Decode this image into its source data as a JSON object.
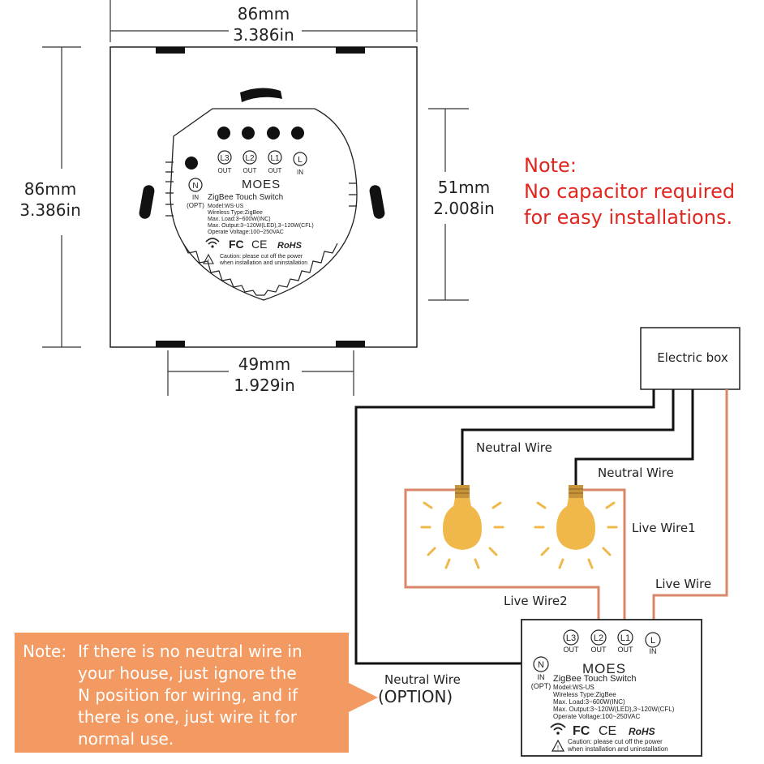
{
  "dimensions": {
    "top_mm": "86mm",
    "top_in": "3.386in",
    "left_mm": "86mm",
    "left_in": "3.386in",
    "right_mm": "51mm",
    "right_in": "2.008in",
    "bottom_mm": "49mm",
    "bottom_in": "1.929in"
  },
  "device": {
    "brand": "MOES",
    "product": "ZigBee Touch Switch",
    "terminals": [
      {
        "name": "L3",
        "sub": "OUT"
      },
      {
        "name": "L2",
        "sub": "OUT"
      },
      {
        "name": "L1",
        "sub": "OUT"
      },
      {
        "name": "L",
        "sub": "IN"
      }
    ],
    "neutral": {
      "name": "N",
      "sub1": "IN",
      "sub2": "(OPT)"
    },
    "specs": [
      "Model:WS-US",
      "Wireless Type:ZigBee",
      "Max. Load:3~600W(INC)",
      "Max. Output:3~120W(LED),3~120W(CFL)",
      "Operate Voltage:100~250VAC"
    ],
    "cert_fc": "FC",
    "cert_ce": "CE",
    "cert_rohs": "RoHS",
    "caution_1": "Caution: please cut off the power",
    "caution_2": "when installation and uninstallation"
  },
  "red_note": {
    "line1": "Note:",
    "line2": "No capacitor required",
    "line3": "for easy installations."
  },
  "wiring": {
    "electric_box": "Electric box",
    "neutral_wire_1": "Neutral Wire",
    "neutral_wire_2": "Neutral Wire",
    "live_wire_1": "Live Wire1",
    "live_wire_2": "Live Wire2",
    "live_wire": "Live Wire",
    "neutral_option_1": "Neutral Wire",
    "neutral_option_2": "(OPTION)"
  },
  "orange_note": {
    "head": "Note:",
    "lines": [
      "If there is no neutral wire in",
      "your house, just ignore the",
      "N position for wiring, and if",
      "there is one, just wire it for",
      "normal use."
    ]
  },
  "colors": {
    "live_wire": "#d9876a",
    "neutral_wire": "#111111",
    "note_bg": "#f39a63",
    "red_text": "#e0261e",
    "bulb": "#f0b84a"
  }
}
